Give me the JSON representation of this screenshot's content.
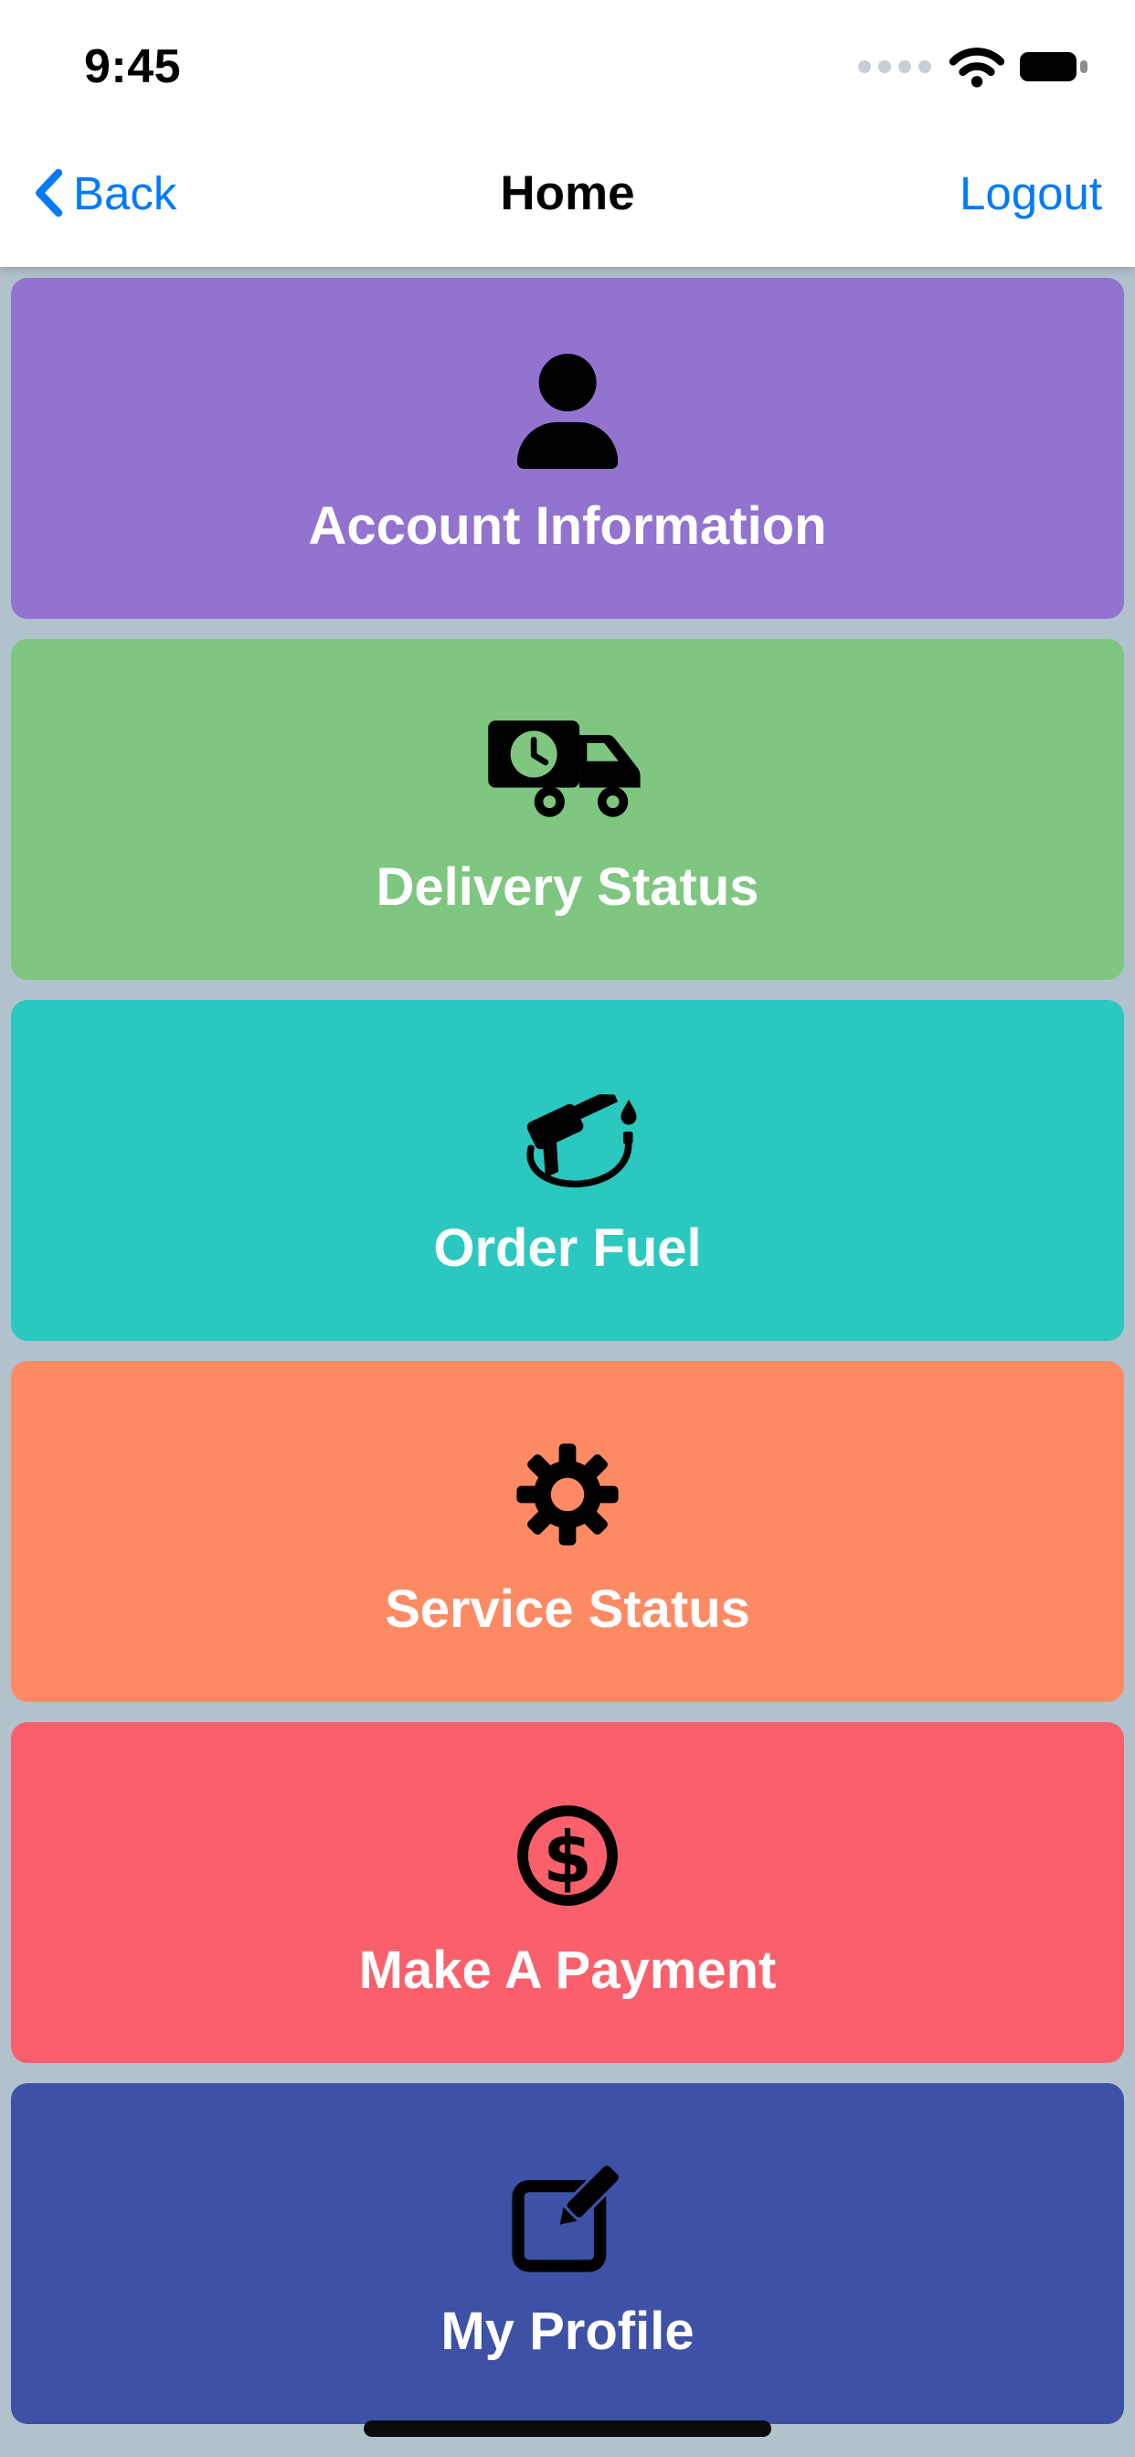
{
  "status_bar": {
    "time": "9:45",
    "icons": [
      "cellular-dots-icon",
      "wifi-icon",
      "battery-icon"
    ]
  },
  "nav": {
    "back_label": "Back",
    "title": "Home",
    "logout_label": "Logout",
    "accent": "#007AFF"
  },
  "main": {
    "buttons": [
      {
        "label": "Account Information",
        "icon": "user-icon",
        "color": "#9273CF"
      },
      {
        "label": "Delivery Status",
        "icon": "truck-clock-icon",
        "color": "#7FC681"
      },
      {
        "label": "Order Fuel",
        "icon": "fuel-nozzle-icon",
        "color": "#2AC8BF"
      },
      {
        "label": "Service Status",
        "icon": "gear-icon",
        "color": "#FD8A63"
      },
      {
        "label": "Make A Payment",
        "icon": "dollar-circle-icon",
        "color": "#F9606B",
        "glyph": "$"
      },
      {
        "label": "My Profile",
        "icon": "edit-square-icon",
        "color": "#3E51A6"
      }
    ]
  },
  "page": {
    "background": "#B2C2CC"
  }
}
